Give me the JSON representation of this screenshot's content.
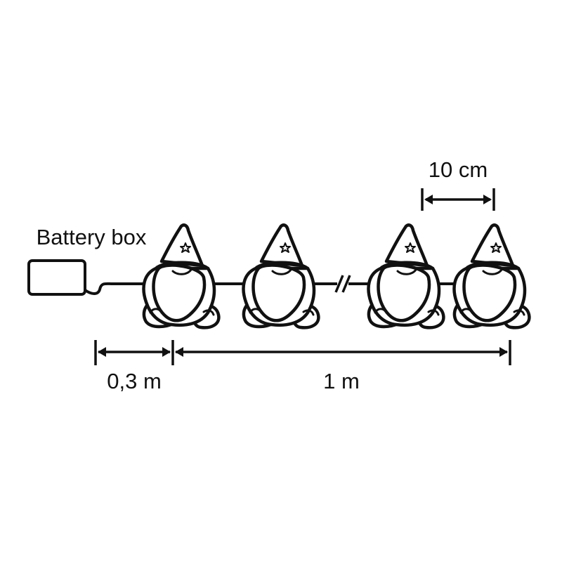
{
  "labels": {
    "battery_box": "Battery box",
    "spacing": "10 cm",
    "lead_length": "0,3 m",
    "string_length": "1 m"
  },
  "gnome_count": 4,
  "colors": {
    "line": "#111111",
    "background": "#ffffff"
  }
}
